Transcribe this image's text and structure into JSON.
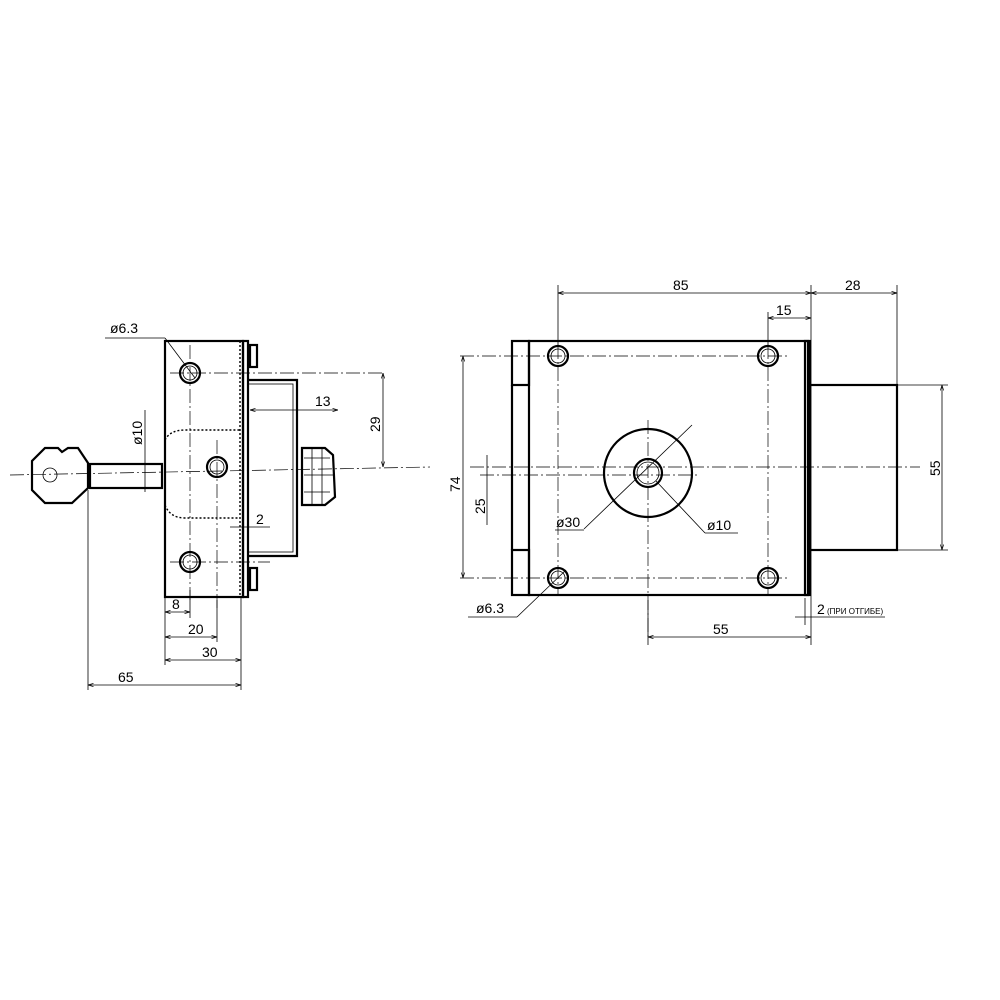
{
  "side_view": {
    "hole_diameter": "ø6.3",
    "shaft_diameter": "ø10",
    "dim_13": "13",
    "dim_29": "29",
    "dim_2": "2",
    "dim_8": "8",
    "dim_20": "20",
    "dim_30": "30",
    "dim_65": "65"
  },
  "front_view": {
    "dim_85": "85",
    "dim_28": "28",
    "dim_15": "15",
    "dim_74": "74",
    "dim_25": "25",
    "dim_55_height": "55",
    "dim_55_width": "55",
    "dia_30": "ø30",
    "dia_10": "ø10",
    "hole_diameter": "ø6.3",
    "dim_2": "2",
    "note_bend": "(ПРИ ОТГИБЕ)"
  }
}
